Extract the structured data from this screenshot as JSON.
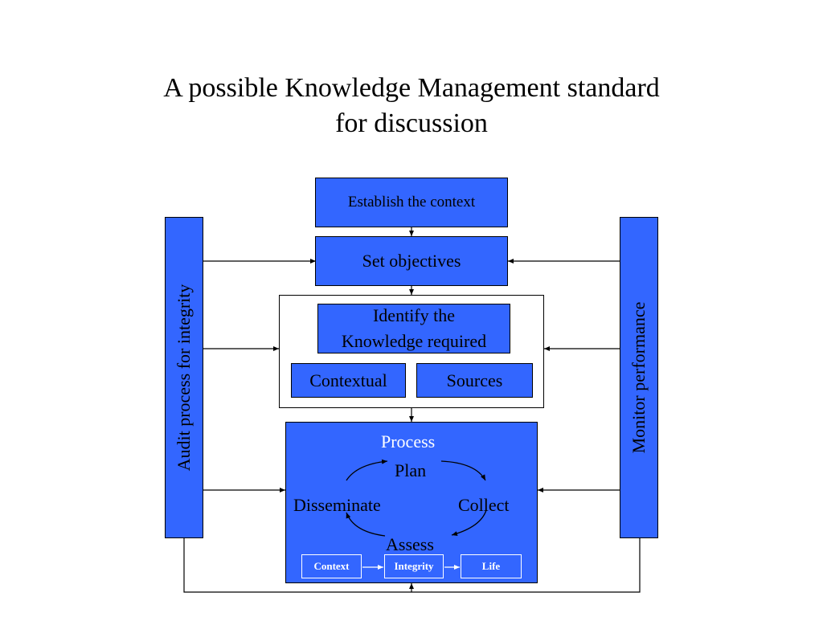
{
  "title": {
    "line1": "A possible Knowledge Management standard",
    "line2": "for discussion"
  },
  "colors": {
    "box_fill": "#3366ff",
    "line": "#000000",
    "inner_label": "#ffffff"
  },
  "boxes": {
    "establish": "Establish the context",
    "objectives": "Set objectives",
    "identify_line1": "Identify the",
    "identify_line2": "Knowledge required",
    "contextual": "Contextual",
    "sources": "Sources"
  },
  "process": {
    "heading": "Process",
    "plan": "Plan",
    "collect": "Collect",
    "assess": "Assess",
    "disseminate": "Disseminate",
    "bottom": [
      "Context",
      "Integrity",
      "Life"
    ]
  },
  "side": {
    "left": "Audit process for integrity",
    "right": "Monitor performance"
  }
}
